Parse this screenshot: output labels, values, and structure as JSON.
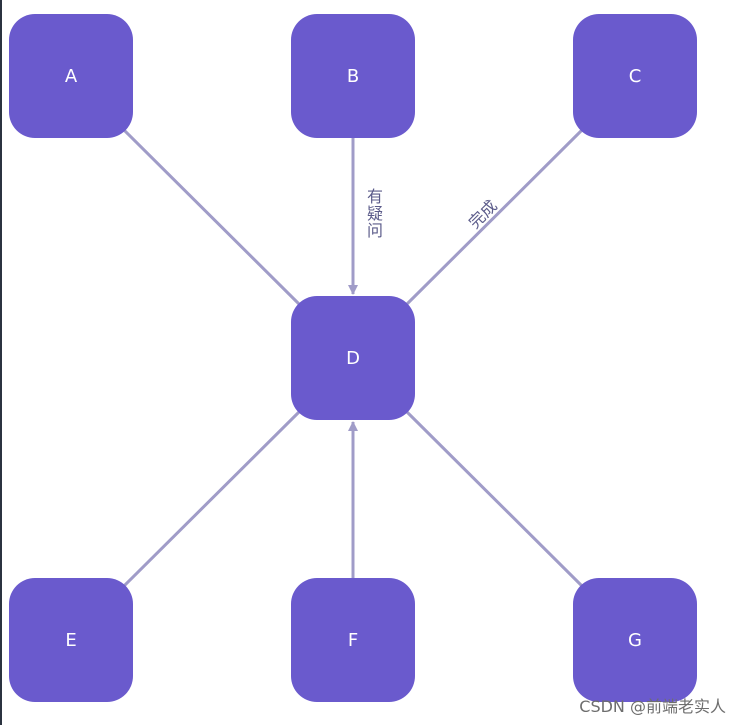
{
  "nodes": {
    "a": "A",
    "b": "B",
    "c": "C",
    "d": "D",
    "e": "E",
    "f": "F",
    "g": "G"
  },
  "edges": [
    {
      "from": "A",
      "to": "D",
      "label": "",
      "arrow": false
    },
    {
      "from": "B",
      "to": "D",
      "label": "有疑问",
      "arrow": true
    },
    {
      "from": "C",
      "to": "D",
      "label": "完成",
      "arrow": false
    },
    {
      "from": "E",
      "to": "D",
      "label": "",
      "arrow": false
    },
    {
      "from": "F",
      "to": "D",
      "label": "",
      "arrow": true
    },
    {
      "from": "G",
      "to": "D",
      "label": "",
      "arrow": false
    }
  ],
  "labels": {
    "b_to_d": "有疑问",
    "c_to_d": "完成"
  },
  "watermark": "CSDN @前端老实人",
  "colors": {
    "node_fill": "#6a5acd",
    "node_text": "#ffffff",
    "edge": "#a09cc8",
    "label": "#5b5b8a"
  }
}
